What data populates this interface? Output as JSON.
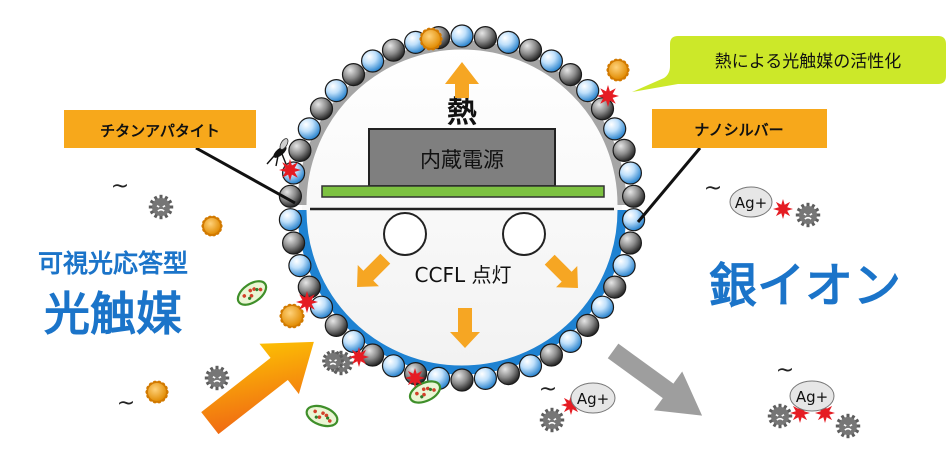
{
  "labels": {
    "heat": "熱",
    "power_source": "内蔵電源",
    "ccfl": "CCFL 点灯",
    "titanium_apatite": "チタンアパタイト",
    "nano_silver": "ナノシルバー",
    "callout": "熱による光触媒の活性化",
    "visible_light_line1": "可視光応答型",
    "visible_light_line2": "光触媒",
    "silver_ion": "銀イオン",
    "ag_ion": "Ag+",
    "tilde": "~"
  },
  "colors": {
    "orange_arrow": "#f6a623",
    "label_box": "#f7a81b",
    "callout_bg": "#cce829",
    "blue_text": "#1b74c9",
    "green_bar": "#7dc241",
    "tube_blue": "#1e82d2",
    "tube_gray": "#a5a5a5",
    "box_gray": "#7f7f7f",
    "virus_gray": "#707070",
    "red_spark": "#e51c23",
    "pollen": "#f2a01d",
    "grey_arrow": "#9e9e9e"
  }
}
